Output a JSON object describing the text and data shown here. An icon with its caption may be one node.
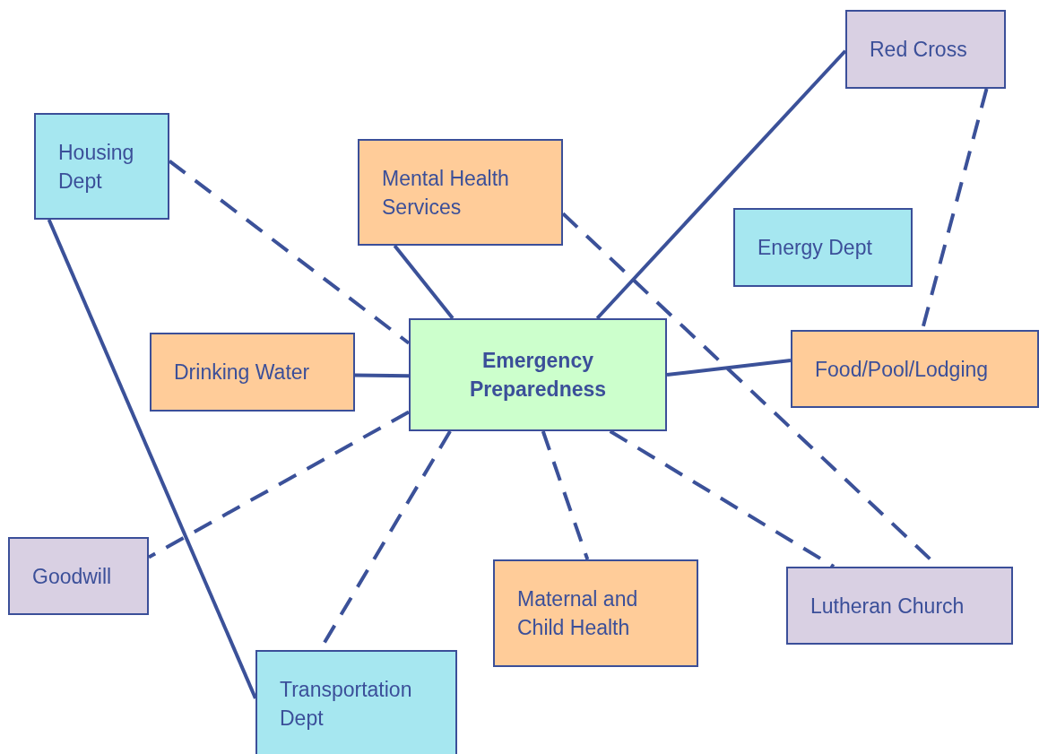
{
  "diagram": {
    "nodes": [
      {
        "text": [
          "Red Cross"
        ]
      },
      {
        "text": [
          "Housing Dept"
        ]
      },
      {
        "text": [
          "Mental Health Services"
        ]
      },
      {
        "text": [
          "Energy Dept"
        ]
      },
      {
        "text": [
          "Drinking Water"
        ]
      },
      {
        "text": [
          "Emergency Preparedness"
        ]
      },
      {
        "text": [
          "Food/Pool/Lodging"
        ]
      },
      {
        "text": [
          "Goodwill"
        ]
      },
      {
        "text": [
          "Maternal and Child Health"
        ]
      },
      {
        "text": [
          "Lutheran Church"
        ]
      },
      {
        "text": [
          "Transportation Dept"
        ]
      }
    ],
    "edges": [
      {
        "from": 1,
        "to": 5,
        "arrow": "none",
        "style": "dashed"
      },
      {
        "from": 1,
        "to": 10,
        "arrow": "none"
      },
      {
        "from": 2,
        "to": 5,
        "arrow": "none"
      },
      {
        "from": 2,
        "to": 9,
        "arrow": "none",
        "style": "dashed"
      },
      {
        "from": 0,
        "to": 5,
        "arrow": "none"
      },
      {
        "from": 0,
        "to": 6,
        "arrow": "none",
        "style": "dashed"
      },
      {
        "from": 4,
        "to": 5,
        "arrow": "none"
      },
      {
        "from": 5,
        "to": 6,
        "arrow": "none"
      },
      {
        "from": 5,
        "to": 7,
        "arrow": "none",
        "style": "dashed"
      },
      {
        "from": 5,
        "to": 10,
        "arrow": "none",
        "style": "dashed"
      },
      {
        "from": 5,
        "to": 8,
        "arrow": "none",
        "style": "dashed"
      },
      {
        "from": 5,
        "to": 9,
        "arrow": "none",
        "style": "dashed"
      }
    ]
  }
}
